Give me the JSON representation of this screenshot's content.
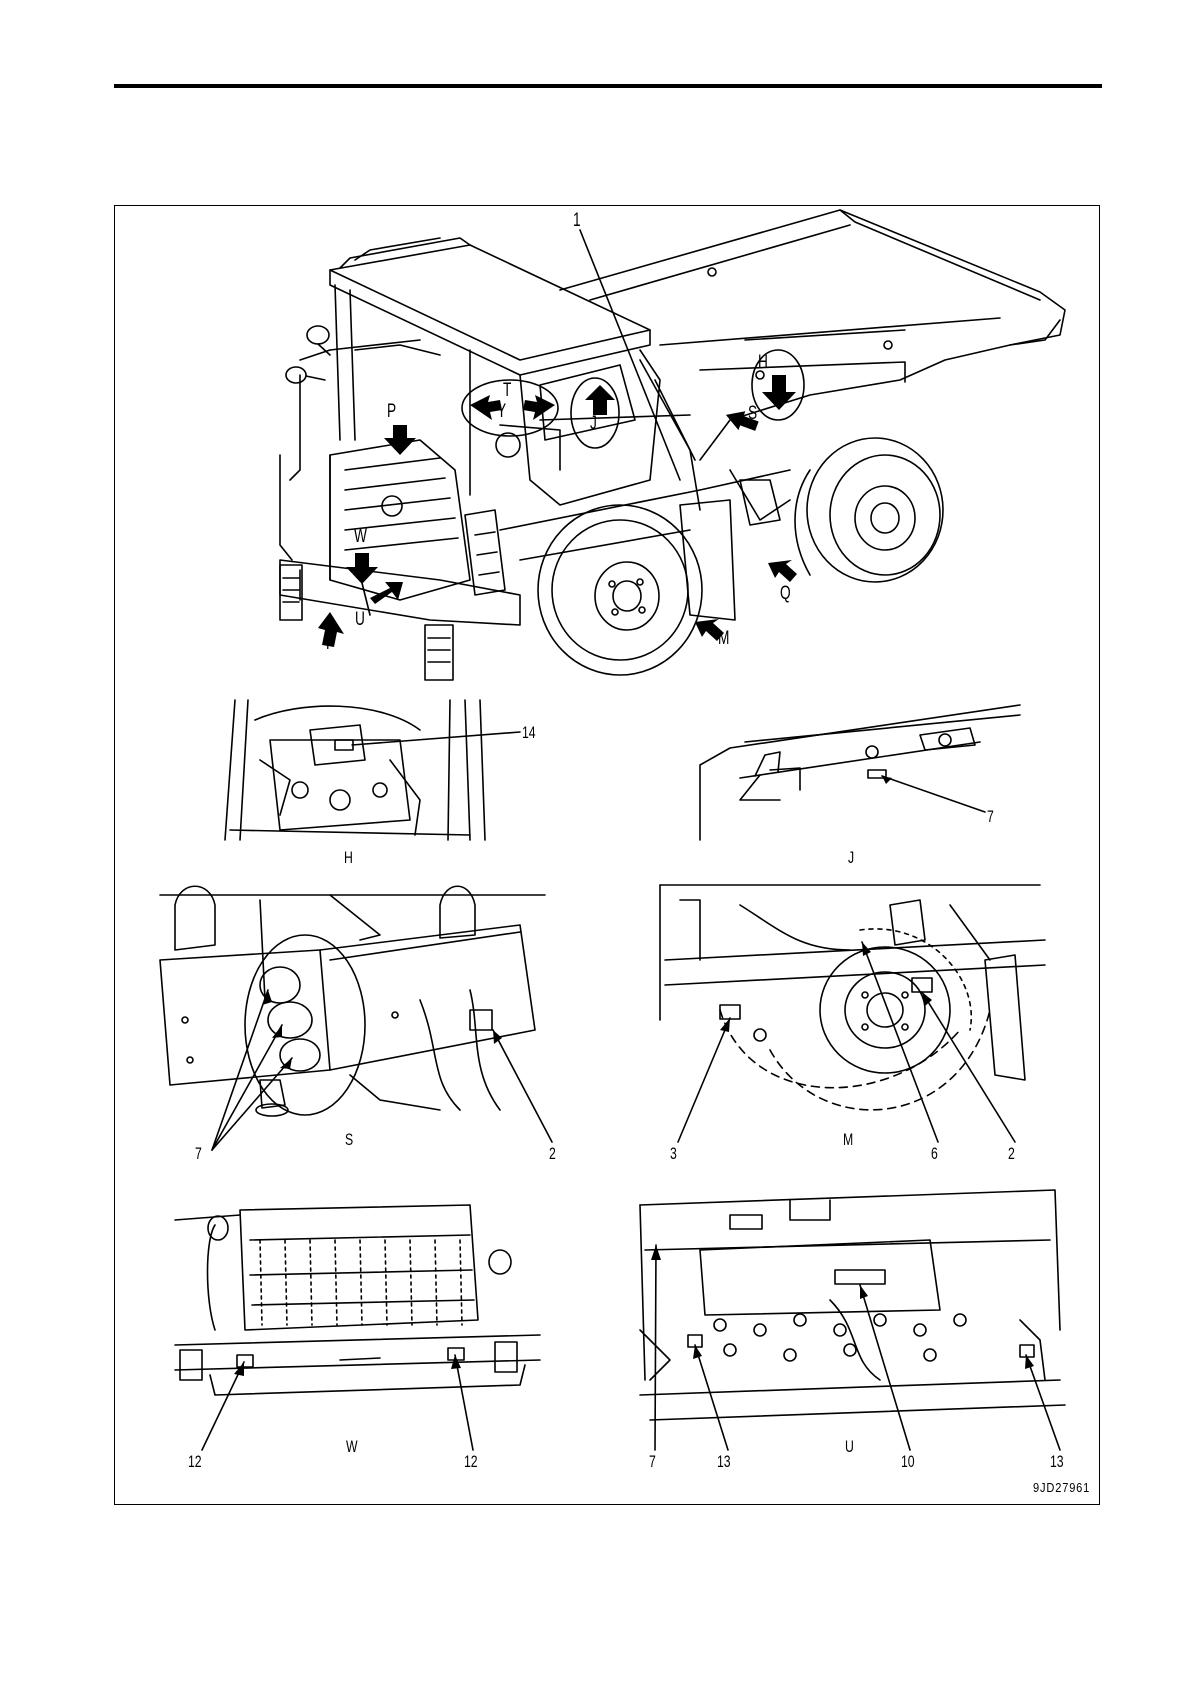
{
  "header": {
    "rule": true
  },
  "figure": {
    "code": "9JD27961",
    "main_view": {
      "leader_1": "1",
      "arrows": {
        "H": "H",
        "S": "S",
        "T": "T",
        "Y": "Y",
        "J": "J",
        "P": "P",
        "W": "W",
        "U": "U",
        "F": "F",
        "Q": "Q",
        "M": "M"
      }
    },
    "detail_H": {
      "caption": "H",
      "callout": "14"
    },
    "detail_J": {
      "caption": "J",
      "callout": "7"
    },
    "detail_S": {
      "caption": "S",
      "callout_left": "7",
      "callout_right": "2"
    },
    "detail_M": {
      "caption": "M",
      "callout_1": "3",
      "callout_2": "6",
      "callout_3": "2"
    },
    "detail_W": {
      "caption": "W",
      "callout_left": "12",
      "callout_right": "12"
    },
    "detail_U": {
      "caption": "U",
      "callout_1": "7",
      "callout_2": "13",
      "callout_3": "10",
      "callout_4": "13"
    }
  },
  "colors": {
    "ink": "#000000",
    "paper": "#ffffff",
    "fill_light": "#f2f2f2"
  }
}
